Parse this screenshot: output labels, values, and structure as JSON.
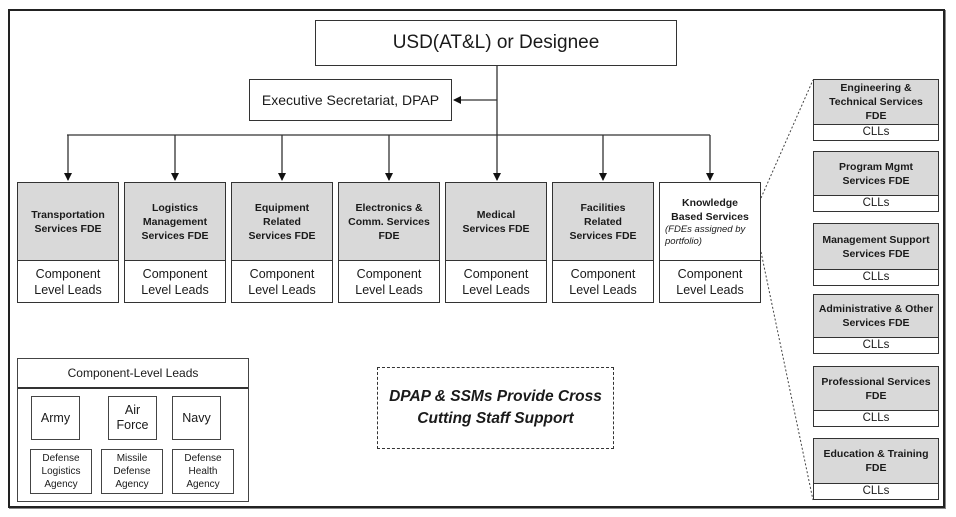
{
  "top": {
    "label": "USD(AT&L) or Designee"
  },
  "secretariat": {
    "label": "Executive Secretariat, DPAP"
  },
  "fdes": [
    {
      "title_lines": [
        "Transportation",
        "Services FDE"
      ],
      "note": "",
      "leads": [
        "Component",
        "Level Leads"
      ],
      "shaded": true
    },
    {
      "title_lines": [
        "Logistics",
        "Management",
        "Services FDE"
      ],
      "note": "",
      "leads": [
        "Component",
        "Level Leads"
      ],
      "shaded": true
    },
    {
      "title_lines": [
        "Equipment",
        "Related",
        "Services FDE"
      ],
      "note": "",
      "leads": [
        "Component",
        "Level Leads"
      ],
      "shaded": true
    },
    {
      "title_lines": [
        "Electronics &",
        "Comm. Services",
        "FDE"
      ],
      "note": "",
      "leads": [
        "Component",
        "Level Leads"
      ],
      "shaded": true
    },
    {
      "title_lines": [
        "Medical",
        "Services FDE"
      ],
      "note": "",
      "leads": [
        "Component",
        "Level Leads"
      ],
      "shaded": true
    },
    {
      "title_lines": [
        "Facilities",
        "Related",
        "Services FDE"
      ],
      "note": "",
      "leads": [
        "Component",
        "Level Leads"
      ],
      "shaded": true
    },
    {
      "title_lines": [
        "Knowledge",
        "Based Services"
      ],
      "note": "(FDEs assigned by portfolio)",
      "leads": [
        "Component",
        "Level Leads"
      ],
      "shaded": false
    }
  ],
  "knowledge_portfolio": [
    {
      "title": "Engineering & Technical Services FDE",
      "sub": "CLLs"
    },
    {
      "title": "Program Mgmt Services FDE",
      "sub": "CLLs"
    },
    {
      "title": "Management Support Services FDE",
      "sub": "CLLs"
    },
    {
      "title": "Administrative & Other Services FDE",
      "sub": "CLLs"
    },
    {
      "title": "Professional Services FDE",
      "sub": "CLLs"
    },
    {
      "title": "Education & Training FDE",
      "sub": "CLLs"
    }
  ],
  "component_level_leads": {
    "title": "Component-Level Leads",
    "primary": [
      "Army",
      "Air Force",
      "Navy"
    ],
    "agencies": [
      "Defense Logistics Agency",
      "Missile Defense Agency",
      "Defense Health Agency"
    ]
  },
  "cross_cutting": {
    "line1": "DPAP & SSMs Provide Cross",
    "line2": "Cutting Staff Support"
  },
  "colors": {
    "fde_fill": "#d9d9d9",
    "border": "#333333",
    "background": "#ffffff"
  }
}
